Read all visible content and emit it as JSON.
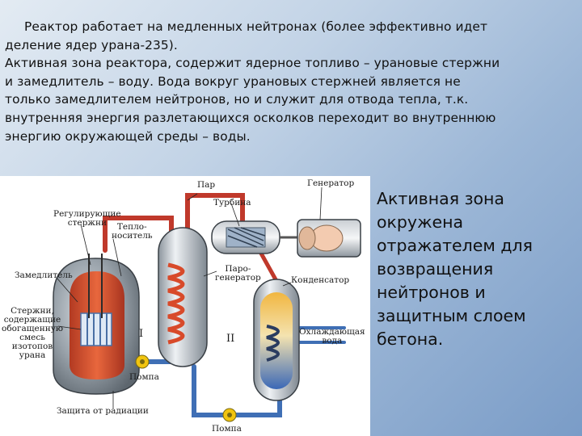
{
  "text": {
    "line1": "Реактор работает на медленных нейтронах (более эффективно идет",
    "line2": "деление ядер урана-235).",
    "line3": "Активная зона реактора, содержит ядерное топливо – урановые стержни",
    "line4": "и замедлитель – воду.  Вода вокруг урановых стержней является не",
    "line5": "только замедлителем нейтронов, но и служит для отвода тепла, т.к.",
    "line6": "внутренняя энергия разлетающихся осколков переходит во внутреннюю",
    "line7": "энергию окружающей среды – воды."
  },
  "side": {
    "line1": "Активная зона",
    "line2": "окружена",
    "line3": "отражателем для",
    "line4": "возвращения",
    "line5": "нейтронов и",
    "line6": "защитным слоем",
    "line7": "бетона."
  },
  "labels": {
    "par": "Пар",
    "turbina": "Турбина",
    "generator": "Генератор",
    "reg_l1": "Регулирующие",
    "reg_l2": "стержни",
    "teplo_l1": "Тепло-",
    "teplo_l2": "носитель",
    "zamedlitel": "Замедлитель",
    "parogen_l1": "Паро-",
    "parogen_l2": "генератор",
    "kondensator": "Конденсатор",
    "sterzhni_l1": "Стержни,",
    "sterzhni_l2": "содержащие",
    "sterzhni_l3": "обогащенную",
    "sterzhni_l4": "смесь",
    "sterzhni_l5": "изотопов",
    "sterzhni_l6": "урана",
    "circuit1": "I",
    "circuit2": "II",
    "ohlazh_l1": "Охлаждающая",
    "ohlazh_l2": "вода",
    "pompa1": "Помпа",
    "zashita": "Защита от радиации",
    "pompa2": "Помпа"
  },
  "colors": {
    "pipe_red": "#c0392b",
    "pipe_blue": "#3f6fb5",
    "vessel": "#8d959c",
    "coil": "#d84a2a",
    "pump": "#f1c40f"
  }
}
